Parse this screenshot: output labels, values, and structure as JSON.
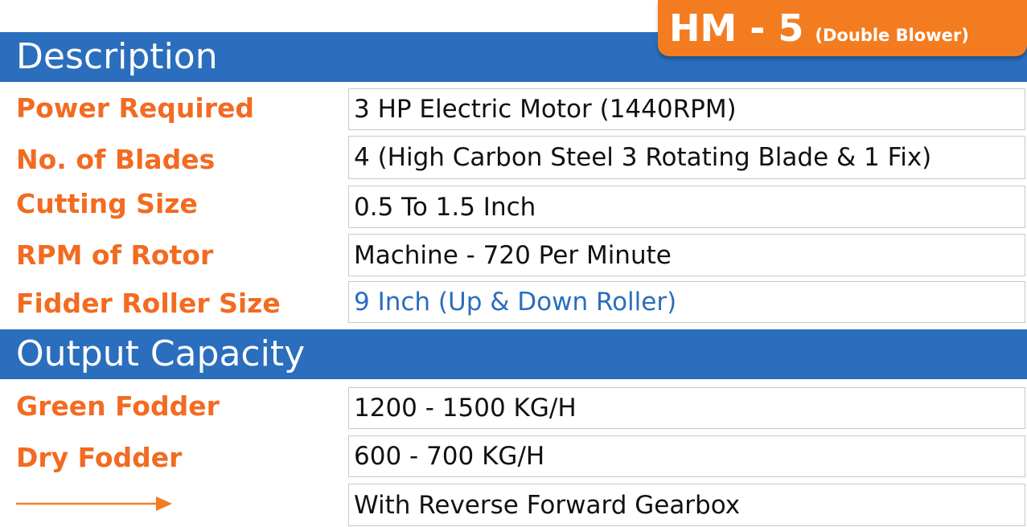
{
  "badge": {
    "model": "HM - 5",
    "variant": "(Double Blower)"
  },
  "description": {
    "heading": "Description",
    "rows": [
      {
        "label": "Power Required",
        "value": "3 HP Electric Motor (1440RPM)"
      },
      {
        "label": "No. of Blades",
        "value": "4 (High Carbon Steel 3 Rotating Blade & 1 Fix)"
      },
      {
        "label": "Cutting Size",
        "value": "0.5 To 1.5 Inch"
      },
      {
        "label": "RPM of Rotor",
        "value": "Machine - 720 Per Minute"
      },
      {
        "label": "Fidder Roller Size",
        "value": "9 Inch (Up & Down Roller)"
      }
    ]
  },
  "output": {
    "heading": "Output Capacity",
    "rows": [
      {
        "label": "Green Fodder",
        "value": "1200 - 1500 KG/H"
      },
      {
        "label": "Dry Fodder",
        "value": "600 - 700 KG/H"
      },
      {
        "label": "",
        "value": "With Reverse Forward Gearbox"
      }
    ]
  },
  "colors": {
    "blue": "#2a6ebd",
    "orange": "#f47c20",
    "label_orange": "#f26b21"
  }
}
